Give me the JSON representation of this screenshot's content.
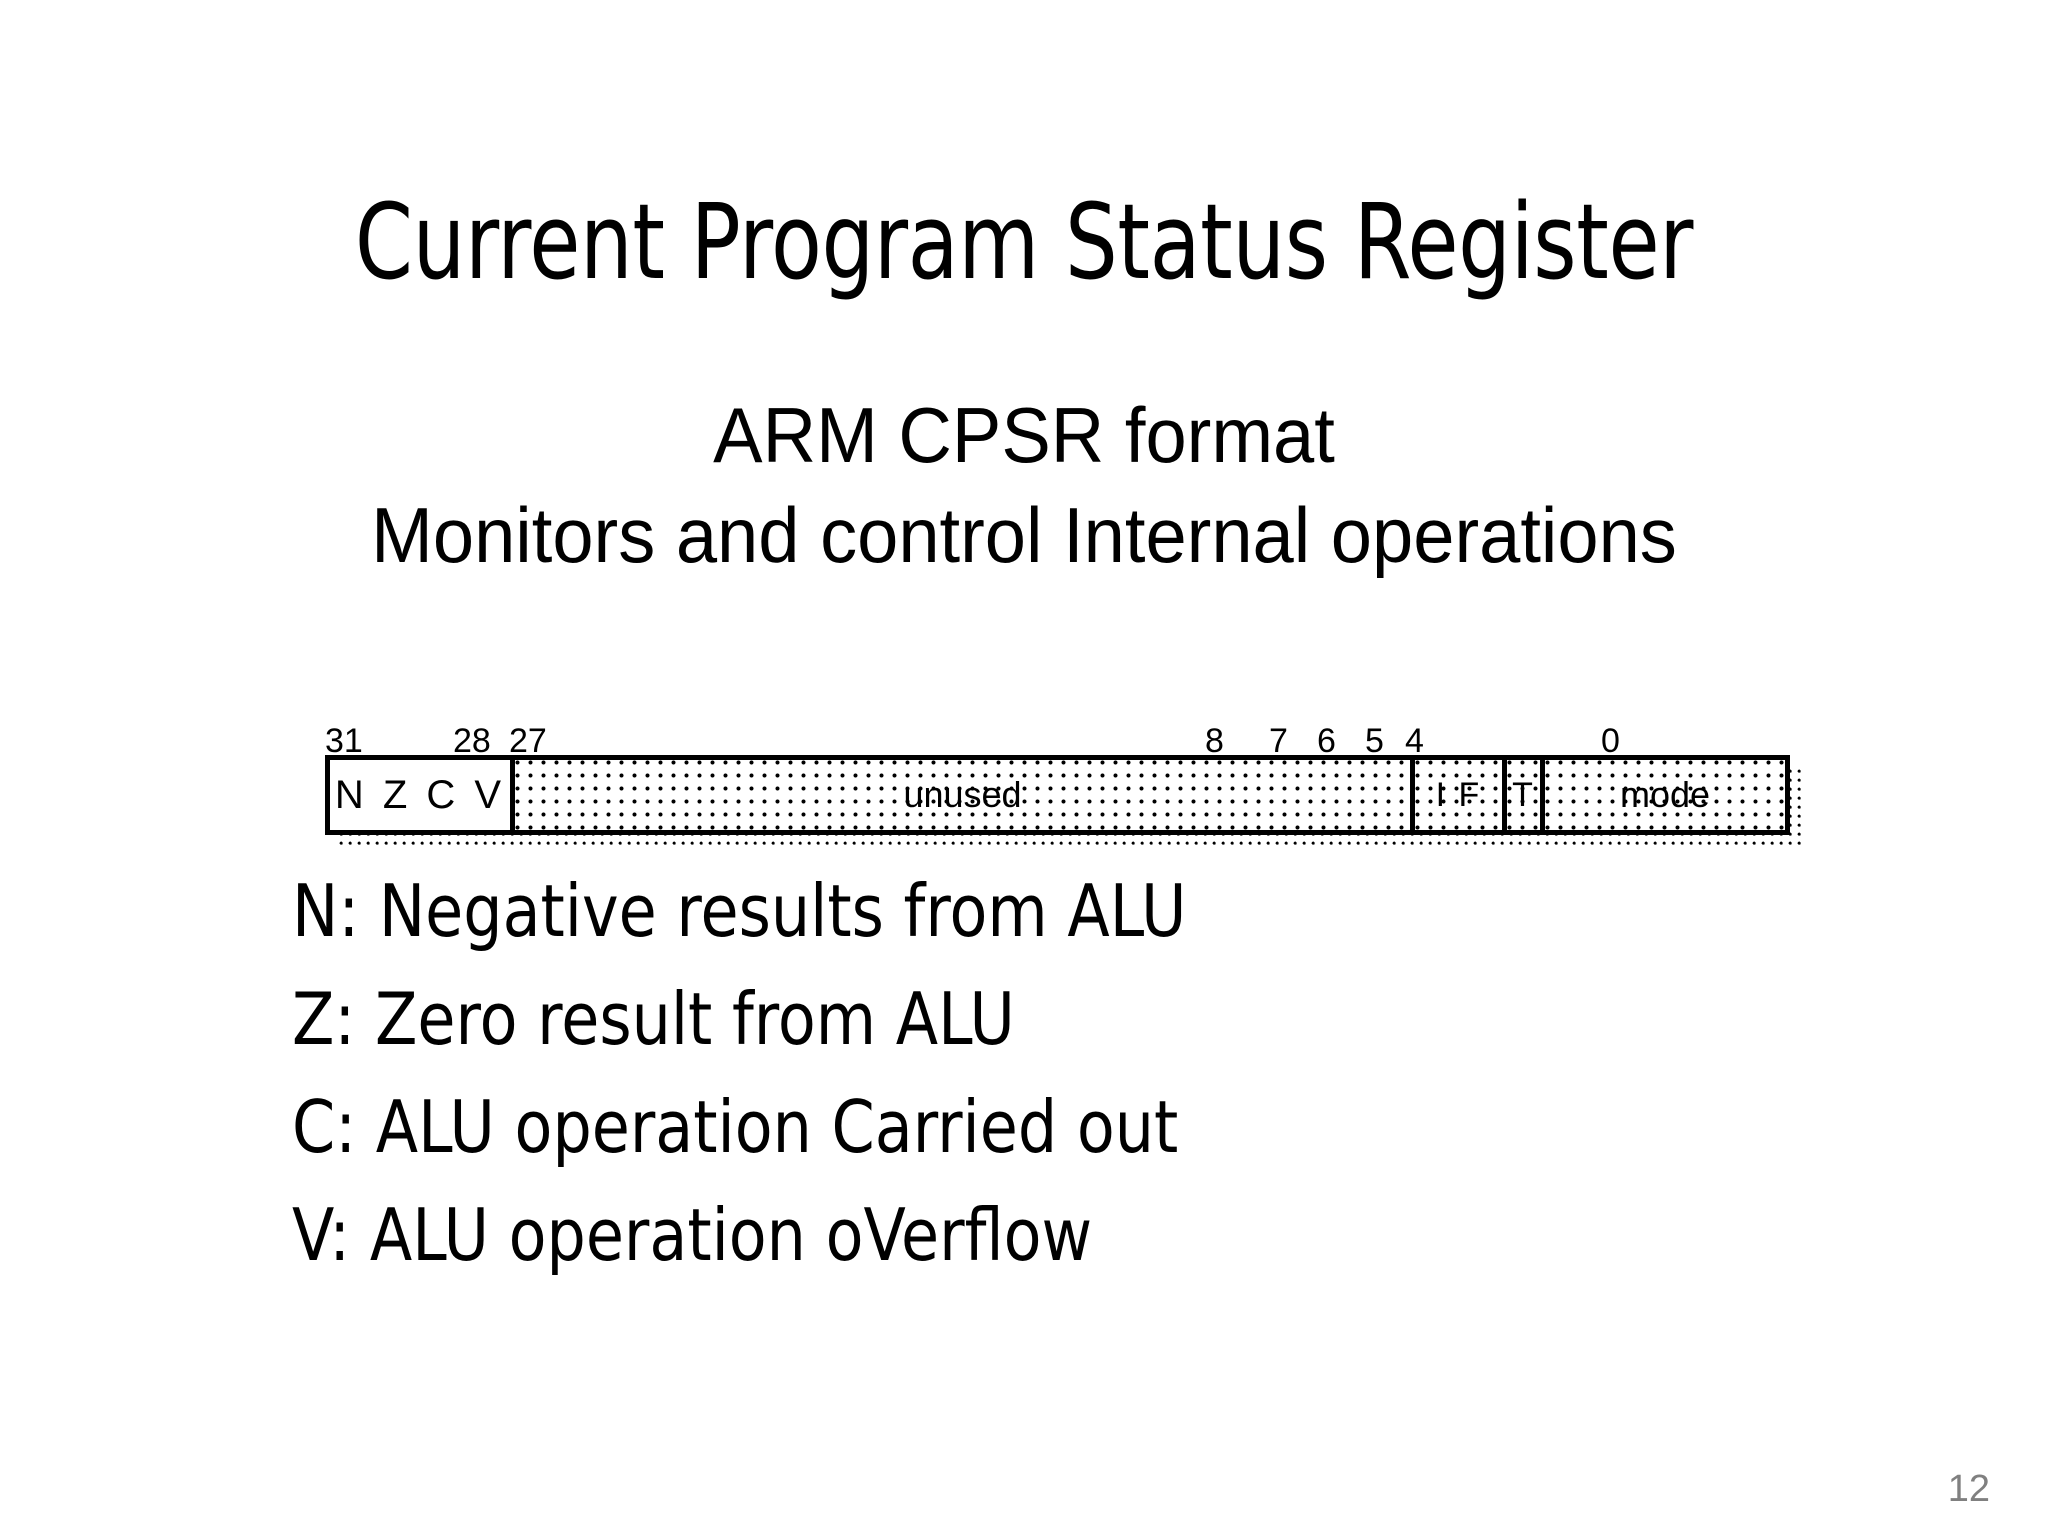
{
  "slide": {
    "title": "Current Program Status Register",
    "page_number": "12",
    "background_color": "#ffffff",
    "text_color": "#000000",
    "page_number_color": "#808080"
  },
  "subtitle": {
    "line1": "ARM CPSR format",
    "line2": "Monitors and control Internal operations"
  },
  "diagram": {
    "name": "arm-cpsr-bit-field-diagram",
    "bit_labels": [
      {
        "text": "31",
        "left_pct": 0.0
      },
      {
        "text": "28",
        "left_pct": 8.6
      },
      {
        "text": "27",
        "left_pct": 12.4
      },
      {
        "text": "8",
        "left_pct": 59.0
      },
      {
        "text": "7",
        "left_pct": 63.2
      },
      {
        "text": "6",
        "left_pct": 66.4
      },
      {
        "text": "5",
        "left_pct": 69.6
      },
      {
        "text": "4",
        "left_pct": 72.2
      },
      {
        "text": "0",
        "left_pct": 85.4
      }
    ],
    "fields": [
      {
        "label": "N Z C V",
        "bits": "31-28",
        "fill": "plain"
      },
      {
        "label": "unused",
        "bits": "27-8",
        "fill": "dotted"
      },
      {
        "label": "I F",
        "bits": "7-6",
        "fill": "dotted"
      },
      {
        "label": "T",
        "bits": "5",
        "fill": "dotted"
      },
      {
        "label": "mode",
        "bits": "4-0",
        "fill": "dotted"
      }
    ]
  },
  "bullets": [
    "N: Negative results from ALU",
    "Z: Zero result from ALU",
    "C: ALU operation Carried out",
    "V: ALU operation oVerflow"
  ]
}
